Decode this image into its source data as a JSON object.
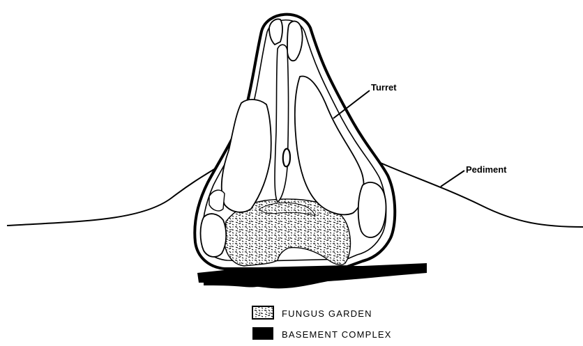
{
  "labels": {
    "turret": "Turret",
    "pediment": "Pediment"
  },
  "legend": {
    "fungus_garden": "FUNGUS GARDEN",
    "basement_complex": "BASEMENT COMPLEX"
  },
  "colors": {
    "ink": "#000000",
    "paper": "#ffffff"
  }
}
